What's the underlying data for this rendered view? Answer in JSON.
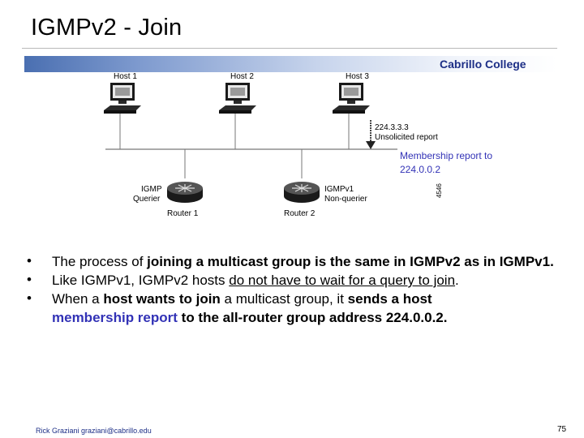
{
  "slide": {
    "title": "IGMPv2 - Join",
    "college": "Cabrillo College",
    "diagram": {
      "hosts": [
        "Host 1",
        "Host 2",
        "Host 3"
      ],
      "report_address": "224.3.3.3",
      "report_type": "Unsolicited report",
      "igmp_label": "IGMP",
      "querier_label": "Querier",
      "router1": "Router 1",
      "router2": "Router 2",
      "igmpv1_label": "IGMPv1",
      "nonquerier_label": "Non-querier",
      "figure_id": "4546"
    },
    "annotation_line1": "Membership report to",
    "annotation_line2": "224.0.0.2",
    "bullets": [
      {
        "p1": "The process of ",
        "p2": "joining a multicast group is the same in IGMPv2 as in IGMPv1."
      },
      {
        "p1": "Like IGMPv1, IGMPv2 hosts ",
        "p2": "do not have to wait for a query to join",
        "p3": "."
      },
      {
        "p1": "When a ",
        "p2": "host wants to join",
        "p3": " a multicast group, it ",
        "p4": "sends a host",
        "p5": "membership report",
        "p6": " to the all-router group address 224.0.0.2."
      }
    ],
    "footer_left": "Rick Graziani  graziani@cabrillo.edu",
    "page_number": "75"
  }
}
